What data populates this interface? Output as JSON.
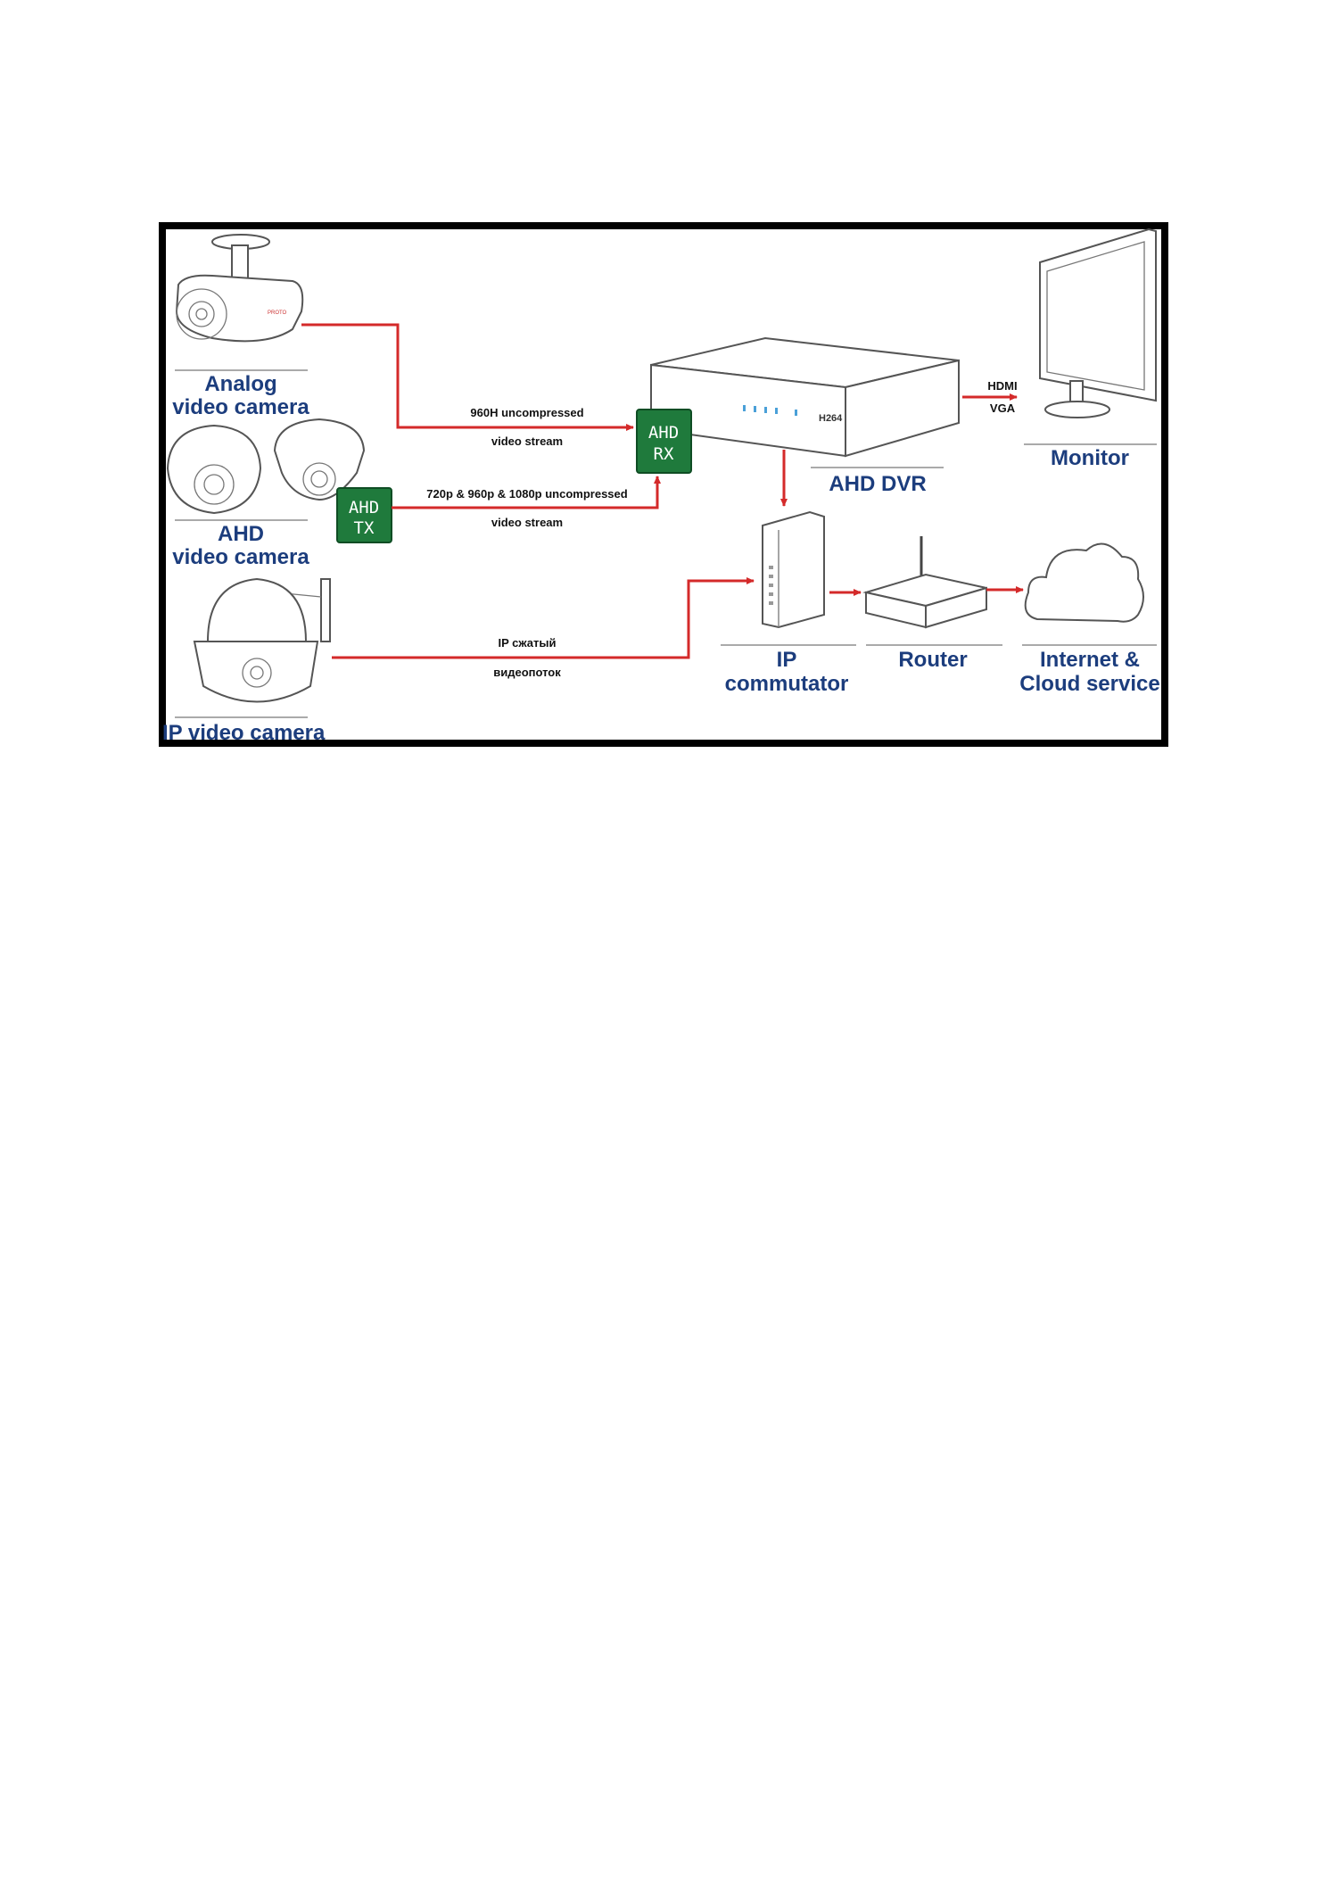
{
  "sources": {
    "analog": {
      "line1": "Analog",
      "line2": "video camera"
    },
    "ahd": {
      "line1": "AHD",
      "line2": "video camera"
    },
    "ip": {
      "label": "IP video camera"
    }
  },
  "chips": {
    "tx": {
      "line1": "AHD",
      "line2": "TX"
    },
    "rx": {
      "line1": "AHD",
      "line2": "RX"
    }
  },
  "links": {
    "analog": {
      "line1": "960H uncompressed",
      "line2": "video stream"
    },
    "ahd": {
      "line1": "720p & 960p & 1080p uncompressed",
      "line2": "video stream"
    },
    "ip": {
      "line1": "IP  сжатый",
      "line2": "видеопоток"
    },
    "monitor": {
      "line1": "HDMI",
      "line2": "VGA"
    }
  },
  "devices": {
    "dvr": {
      "label": "AHD DVR",
      "brand": "H264"
    },
    "monitor": {
      "label": "Monitor"
    },
    "switch": {
      "line1": "IP",
      "line2": "commutator"
    },
    "router": {
      "label": "Router"
    },
    "cloud": {
      "line1": "Internet &",
      "line2": "Cloud service"
    }
  },
  "colors": {
    "wire": "#d42a2a",
    "label": "#1c3d7d",
    "chip": "#1f7a3c",
    "frame": "#000000"
  }
}
